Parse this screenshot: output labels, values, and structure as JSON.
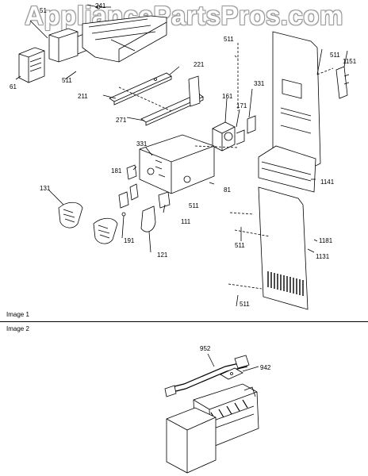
{
  "watermark": "AppliancePartsPros.com",
  "sections": {
    "image1_label": "Image 1",
    "image2_label": "Image 2"
  },
  "parts": {
    "p51": "51",
    "p241": "241",
    "p61": "61",
    "p511a": "511",
    "p511b": "511",
    "p511c": "511",
    "p511d": "511",
    "p511e": "511",
    "p511f": "511",
    "p1151": "1151",
    "p221": "221",
    "p211": "211",
    "p271": "271",
    "p161": "161",
    "p171": "171",
    "p331a": "331",
    "p331b": "331",
    "p181": "181",
    "p131": "131",
    "p81": "81",
    "p1141": "1141",
    "p111": "111",
    "p191": "191",
    "p121": "121",
    "p1181": "1181",
    "p1131": "1131",
    "p952": "952",
    "p942": "942"
  }
}
